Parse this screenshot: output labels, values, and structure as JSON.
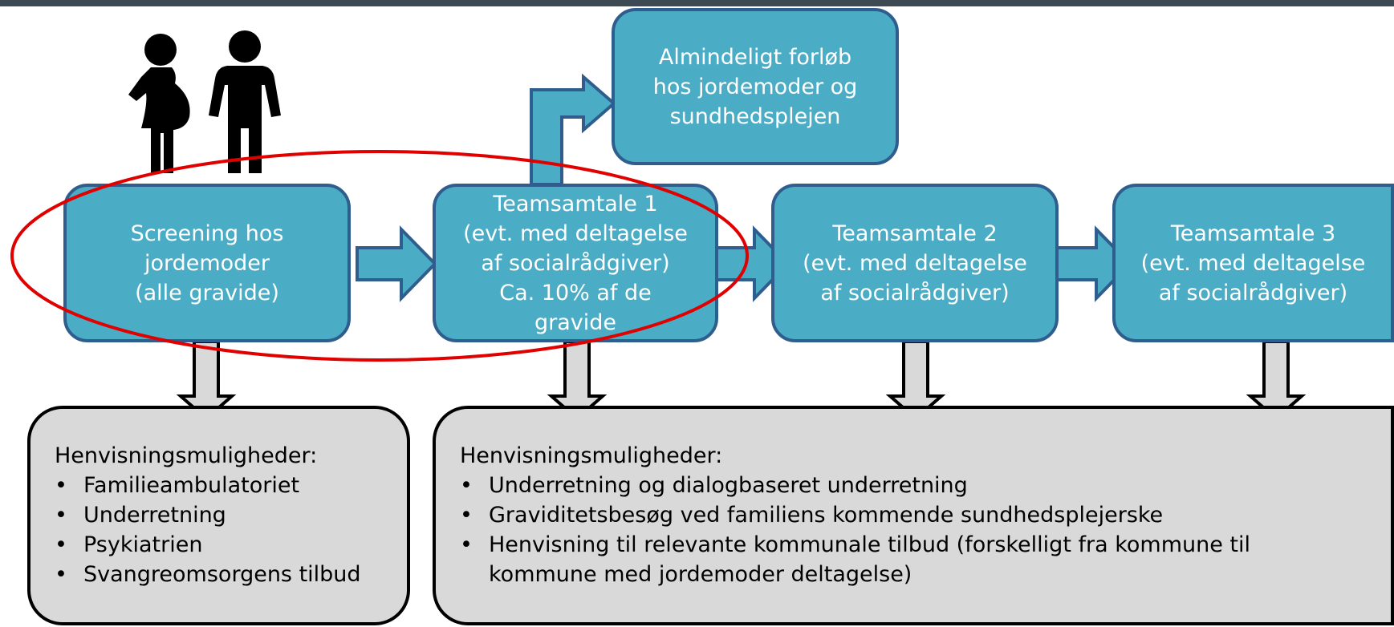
{
  "boxes": {
    "screening": "Screening hos\njordemoder\n(alle gravide)",
    "team1": "Teamsamtale 1\n(evt. med deltagelse\naf socialrådgiver)\nCa. 10% af de\ngravide",
    "team2": "Teamsamtale 2\n(evt. med deltagelse\naf socialrådgiver)",
    "team3": "Teamsamtale 3\n(evt. med deltagelse\naf socialrådgiver)",
    "normal": "Almindeligt forløb\nhos jordemoder og\nsundhedsplejen"
  },
  "panels": {
    "left": {
      "heading": "Henvisningsmuligheder:",
      "items": [
        "Familieambulatoriet",
        "Underretning",
        "Psykiatrien",
        "Svangreomsorgens tilbud"
      ]
    },
    "right": {
      "heading": "Henvisningsmuligheder:",
      "items": [
        "Underretning og dialogbaseret underretning",
        "Graviditetsbesøg ved familiens kommende sundhedsplejerske",
        "Henvisning til relevante kommunale tilbud (forskelligt fra kommune til kommune med jordemoder deltagelse)"
      ]
    }
  },
  "icons": [
    "pregnant-woman-icon",
    "man-icon"
  ],
  "colors": {
    "box_fill": "#4bacc6",
    "box_border": "#2f5e8e",
    "panel_fill": "#d9d9d9",
    "highlight_ellipse": "#e00000",
    "down_arrow_fill": "#d9d9d9"
  }
}
